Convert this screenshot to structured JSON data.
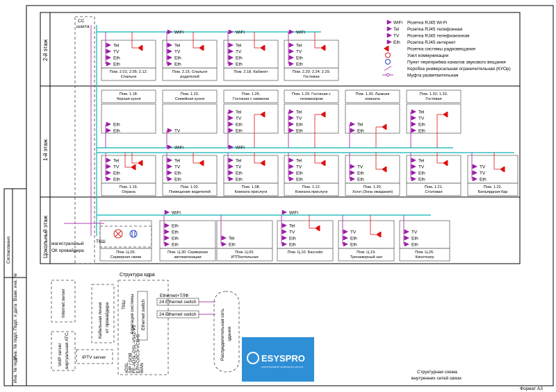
{
  "floors": {
    "second": {
      "label": "2-й этаж",
      "rooms": [
        {
          "name": "Пом. 2.01; 2.05; 2.12.",
          "name2": "Спальня",
          "wifi": false,
          "outlets": [
            "Tel",
            "TV",
            "Eth",
            "Eth"
          ],
          "radio": 1
        },
        {
          "name": "Пом. 2.15. Спальня",
          "name2": "родителей",
          "wifi": true,
          "outlets": [
            "Tel",
            "TV",
            "Eth",
            "Eth"
          ],
          "radio": 1
        },
        {
          "name": "Пом. 2.18. Кабинет",
          "name2": "",
          "wifi": true,
          "outlets": [
            "Tel",
            "TV",
            "Eth",
            "Eth"
          ],
          "radio": 1
        },
        {
          "name": "Пом. 2.20; 2.24; 2.29.",
          "name2": "Гостевая",
          "wifi": true,
          "outlets": [
            "Tel",
            "TV",
            "Eth",
            "Eth"
          ],
          "radio": 1
        }
      ]
    },
    "first": {
      "label": "1-й этаж",
      "upper_rooms": [
        {
          "name": "Пом. 1.18.",
          "name2": "Черная кухня",
          "wifi": false,
          "outlets": [
            "Eth",
            "Eth"
          ],
          "radio": 0
        },
        {
          "name": "Пом. 1.23.",
          "name2": "Семейная кухня",
          "wifi": false,
          "outlets": [
            "TV"
          ],
          "radio": 0
        },
        {
          "name": "Пом. 1.26.",
          "name2": "Гостиная с камином",
          "wifi": false,
          "outlets": [
            "Tel",
            "TV",
            "Eth",
            "Eth"
          ],
          "radio": 1
        },
        {
          "name": "Пом. 1.29. Гостиная с",
          "name2": "телевизором",
          "wifi": false,
          "outlets": [
            "Tel",
            "TV",
            "Eth",
            "Eth"
          ],
          "radio": 1
        },
        {
          "name": "Пом. 1.30. Лыжная",
          "name2": "комната",
          "wifi": false,
          "outlets": [
            "Tel",
            "Eth"
          ],
          "radio": 1
        },
        {
          "name": "Пом. 1.32; 1.33.",
          "name2": "Гостевая",
          "wifi": false,
          "outlets": [
            "Tel",
            "TV",
            "Eth",
            "Eth"
          ],
          "radio": 1
        }
      ],
      "lower_rooms": [
        {
          "name": "Пом. 1.16.",
          "name2": "Охрана",
          "wifi": false,
          "outlets": [
            "Tel",
            "TV",
            "Eth",
            "Eth"
          ],
          "radio": 2
        },
        {
          "name": "Пом. 1.02.",
          "name2": "Помещение водителей",
          "wifi": true,
          "outlets": [
            "Tel",
            "TV",
            "Eth",
            "Eth"
          ],
          "radio": 1
        },
        {
          "name": "Пом. 1.08.",
          "name2": "Комната прислуги",
          "wifi": true,
          "outlets": [
            "Tel",
            "TV",
            "Eth",
            "Eth"
          ],
          "radio": 1
        },
        {
          "name": "Пом. 1.12.",
          "name2": "Комната прислуги",
          "wifi": false,
          "outlets": [
            "Tel",
            "TV",
            "Eth",
            "Eth"
          ],
          "radio": 1
        },
        {
          "name": "Пом. 1.20.",
          "name2": "Холл (Зона ожидания)",
          "wifi": false,
          "outlets": [
            "TV",
            "Eth",
            "Eth"
          ],
          "radio": 1
        },
        {
          "name": "Пом. 1.21.",
          "name2": "Столовая",
          "wifi": false,
          "outlets": [
            "Tel",
            "TV",
            "Eth",
            "Eth"
          ],
          "radio": 1
        },
        {
          "name": "Пом. 1.22.",
          "name2": "Бильярдная-бар",
          "wifi": false,
          "outlets": [
            "TV",
            "TV",
            "Eth"
          ],
          "radio": 1
        }
      ]
    },
    "basement": {
      "label": "Цокольный этаж",
      "rooms": [
        {
          "name": "Пом. Ц.29.",
          "name2": "Серверная связи",
          "wifi": false,
          "outlets": [],
          "radio": 0
        },
        {
          "name": "Пом. Ц.30. Серверная",
          "name2": "автоматизации",
          "wifi": true,
          "outlets": [
            "Eth",
            "Eth",
            "Eth",
            "Eth"
          ],
          "radio": 0
        },
        {
          "name": "Пом. Ц.03.",
          "name2": "ИТП/котельная",
          "wifi": false,
          "outlets": [
            "Tel",
            "Eth"
          ],
          "radio": 0
        },
        {
          "name": "Пом. Ц.10. Бассейн",
          "name2": "",
          "wifi": true,
          "outlets": [
            "Tel",
            "TV",
            "Eth",
            "Eth"
          ],
          "radio": 1
        },
        {
          "name": "Пом. Ц.19.",
          "name2": "Тренажерный зал",
          "wifi": false,
          "outlets": [
            "TV",
            "Eth",
            "Eth"
          ],
          "radio": 1
        },
        {
          "name": "Пом. Ц.26.",
          "name2": "Кинотеатр",
          "wifi": false,
          "outlets": [
            "TV",
            "Eth",
            "Eth"
          ],
          "radio": 0
        }
      ]
    }
  },
  "labels": {
    "cc_shaft": "СС",
    "cc_shaft2": "шахта",
    "tkch": "ТКШ",
    "provider_line": "магистральный",
    "provider_line2": "ОК провайдера",
    "wifi": "WiFi"
  },
  "legend": [
    {
      "code": "WiFi",
      "text": "Розетка RJ45 Wi-Fi",
      "type": "outlet"
    },
    {
      "code": "Tel",
      "text": "Розетка RJ45 телефонная",
      "type": "outlet"
    },
    {
      "code": "TV",
      "text": "Розетка RJ45 телефизионная",
      "type": "outlet"
    },
    {
      "code": "Eth",
      "text": "Розетка RJ45 интернет",
      "type": "outlet"
    },
    {
      "code": "",
      "text": "Розетка системы радиовещания",
      "type": "radio"
    },
    {
      "code": "",
      "text": "Узел коммуникации",
      "type": "node"
    },
    {
      "code": "",
      "text": "Пункт переприёма каналов звукового вещания",
      "type": "point"
    },
    {
      "code": "",
      "text": "Коробка универсальная ограничительная (КУОр)",
      "type": "box"
    },
    {
      "code": "",
      "text": "Муфта разветвительная",
      "type": "coupling"
    }
  ],
  "core": {
    "title": "Структура ядра",
    "internet_server": "Internet server",
    "voip": "VoIP server",
    "voip2": "виртуальная АТС",
    "iptv": "IPTV server",
    "cable": "Кабельная линия",
    "cable2": "от провайдера",
    "tkch": "ТКШ",
    "aggregation": "Агрегация системы",
    "eth_switch": "Ethernet switch",
    "eth_tf": "Ethernet+ТЛФ",
    "sw1": "24 Ethernet switch",
    "sw2": "24 Ethernet switch",
    "distribution": "Распределительная сеть",
    "distribution2": "здания",
    "ports": [
      "xDSL",
      "SIP / SOB",
      "FE-ADSL-DSL-V5x2-V5",
      "ЕЛЧ-ОЛСЭ-VCB-G",
      "WAN"
    ]
  },
  "logo": {
    "text": "ESYSPRO",
    "sub": "проектирование инженерных систем"
  },
  "stamp": {
    "caption": "Структурная схема",
    "caption2": "внутренних сетей связи",
    "format": "Формат А3",
    "side": [
      "Согласовано",
      "Взам. инв. №",
      "Подп. и дата",
      "Инв. № подл.",
      "Инв. № подл.",
      "Подп. и дата"
    ]
  },
  "colors": {
    "trunk": "#30c0c0",
    "riser": "#b040b0",
    "outlet": "#9b1fa8",
    "radio": "#e01010",
    "logo_bg": "#2f8fd6"
  }
}
